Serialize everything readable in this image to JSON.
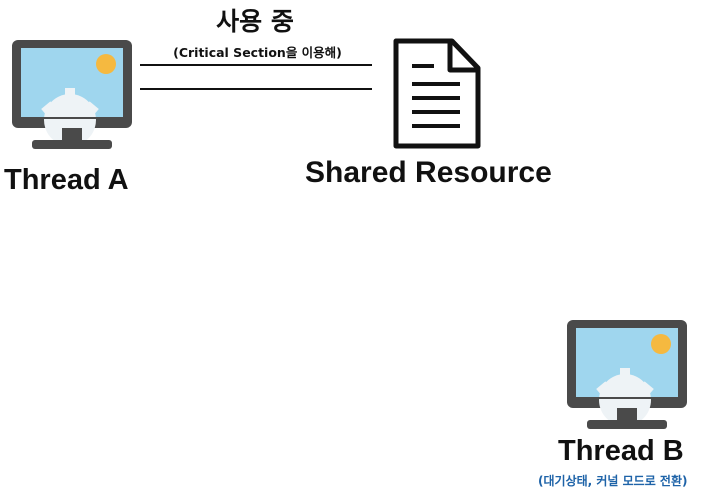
{
  "usage": {
    "title": "사용 중",
    "subtitle": "(Critical Section을 이용해)"
  },
  "thread_a": {
    "label": "Thread A",
    "icon": "monitor-icon"
  },
  "thread_b": {
    "label": "Thread B",
    "note": "(대기상태, 커널 모드로 전환)",
    "icon": "monitor-icon"
  },
  "resource": {
    "label": "Shared Resource",
    "icon": "document-icon"
  },
  "colors": {
    "monitor_frame": "#4a4a4a",
    "monitor_screen": "#9fd6ee",
    "sun": "#f5b940",
    "gear": "#eef3f6",
    "note_text": "#1e63a8",
    "ink": "#111111"
  }
}
